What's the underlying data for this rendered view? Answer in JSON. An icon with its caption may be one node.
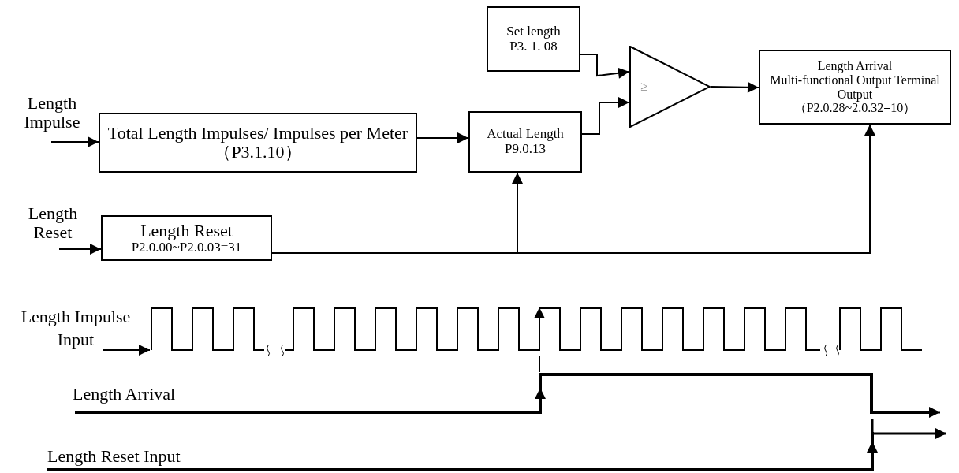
{
  "diagram": {
    "nodes": [
      {
        "text": [
          "Length Impulse"
        ]
      },
      {
        "text": [
          "Total Length Impulses/ Impulses per Meter（P3.1.10）"
        ]
      },
      {
        "text": [
          "Length Reset"
        ]
      },
      {
        "text": [
          "Length Reset",
          "P2.0.00~P2.0.03=31"
        ]
      },
      {
        "text": [
          "Set length",
          "P3. 1. 08"
        ]
      },
      {
        "text": [
          "Actual Length",
          "P9.0.13"
        ]
      },
      {
        "text": [
          "≥"
        ]
      },
      {
        "text": [
          "Length Arrival",
          "Multi-functional Output Terminal Output",
          "（P2.0.28~2.0.32=10）"
        ]
      }
    ],
    "edges": [
      {
        "from": 0,
        "to": 1,
        "arrow": "to"
      },
      {
        "from": 1,
        "to": 5,
        "arrow": "to"
      },
      {
        "from": 2,
        "to": 3,
        "arrow": "to"
      },
      {
        "from": 3,
        "to": 5,
        "arrow": "to"
      },
      {
        "from": 3,
        "to": 7,
        "arrow": "to"
      },
      {
        "from": 4,
        "to": 6,
        "arrow": "to"
      },
      {
        "from": 5,
        "to": 6,
        "arrow": "to"
      },
      {
        "from": 6,
        "to": 7,
        "arrow": "to"
      }
    ],
    "labels": [
      "Length Impulse Input",
      "Length Arrival",
      "Length Reset Input"
    ]
  }
}
